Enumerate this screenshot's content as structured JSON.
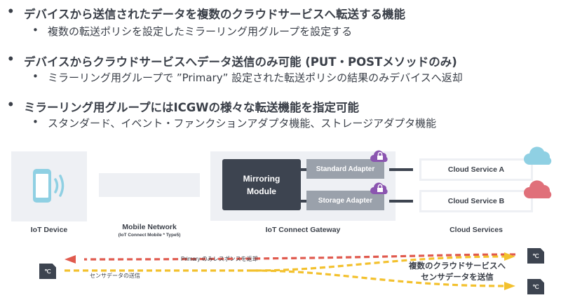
{
  "bullets": [
    {
      "text": "デバイスから送信されたデータを複数のクラウドサービスへ転送する機能",
      "sub": "複数の転送ポリシを設定したミラーリング用グループを設定する"
    },
    {
      "text": "デバイスからクラウドサービスへデータ送信のみ可能 (PUT・POSTメソッドのみ)",
      "sub": "ミラーリング用グループで ”Primary” 設定された転送ポリシの結果のみデバイスへ返却"
    },
    {
      "text": "ミラーリング用グループにはICGWの様々な転送機能を指定可能",
      "sub": "スタンダード、イベント・ファンクションアダプタ機能、ストレージアダプタ機能"
    }
  ],
  "diagram": {
    "iot_device": "IoT Device",
    "mobile_network": "Mobile Network",
    "mobile_network_sub": "(IoT Connect Mobile * Type5)",
    "gateway": "IoT Connect Gateway",
    "mirroring_line1": "Mirroring",
    "mirroring_line2": "Module",
    "standard_adapter": "Standard Adapter",
    "storage_adapter": "Storage Adapter",
    "cloud_a": "Cloud Service A",
    "cloud_b": "Cloud Service B",
    "cloud_services": "Cloud Services",
    "sensor_unit": "℃",
    "primary_response": "Primary のみレスポンスを返却",
    "sensor_send": "センサデータの送信",
    "multi_send_line1": "複数のクラウドサービスへ",
    "multi_send_line2": "センサデータを送信"
  },
  "colors": {
    "dark": "#3d4450",
    "panel": "#eef0f4",
    "red_dash": "#e05a4e",
    "yellow_dash": "#f3c12e",
    "cloud_blue": "#8fd0e3",
    "cloud_red": "#e0707a",
    "lock": "#8b55b0"
  }
}
